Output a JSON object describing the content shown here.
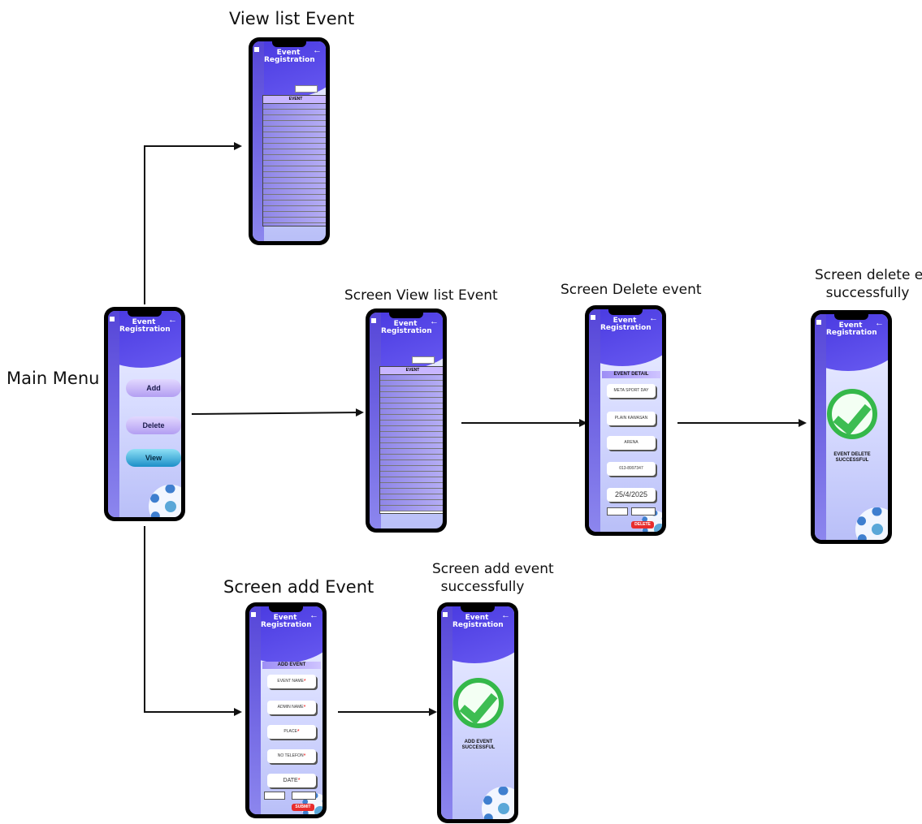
{
  "captions": {
    "main_menu": "Main Menu",
    "view_list": "View list Event",
    "screen_view_list": "Screen View list Event",
    "screen_delete": "Screen Delete event",
    "screen_delete_success_1": "Screen delete event",
    "screen_delete_success_2": "successfully",
    "screen_add": "Screen add Event",
    "screen_add_success_1": "Screen add event",
    "screen_add_success_2": "successfully"
  },
  "app_title": "Event Registration",
  "main_menu": {
    "add": "Add",
    "delete": "Delete",
    "view": "View"
  },
  "table": {
    "header": "EVENT"
  },
  "delete_screen": {
    "section": "EVENT DETAIL",
    "fields": [
      "META SPORT DAY",
      "PLAIN KAWASAN",
      "ARENA",
      "013-8997347",
      "25/4/2025"
    ],
    "button": "DELETE"
  },
  "add_screen": {
    "section": "ADD EVENT",
    "fields": [
      "EVENT NAME",
      "ADMIN NAME",
      "PLACE",
      "NO TELEFON",
      "DATE"
    ],
    "button": "SUBMIT"
  },
  "delete_success": "EVENT DELETE SUCCESSFUL",
  "add_success": "ADD EVENT SUCCESSFUL"
}
